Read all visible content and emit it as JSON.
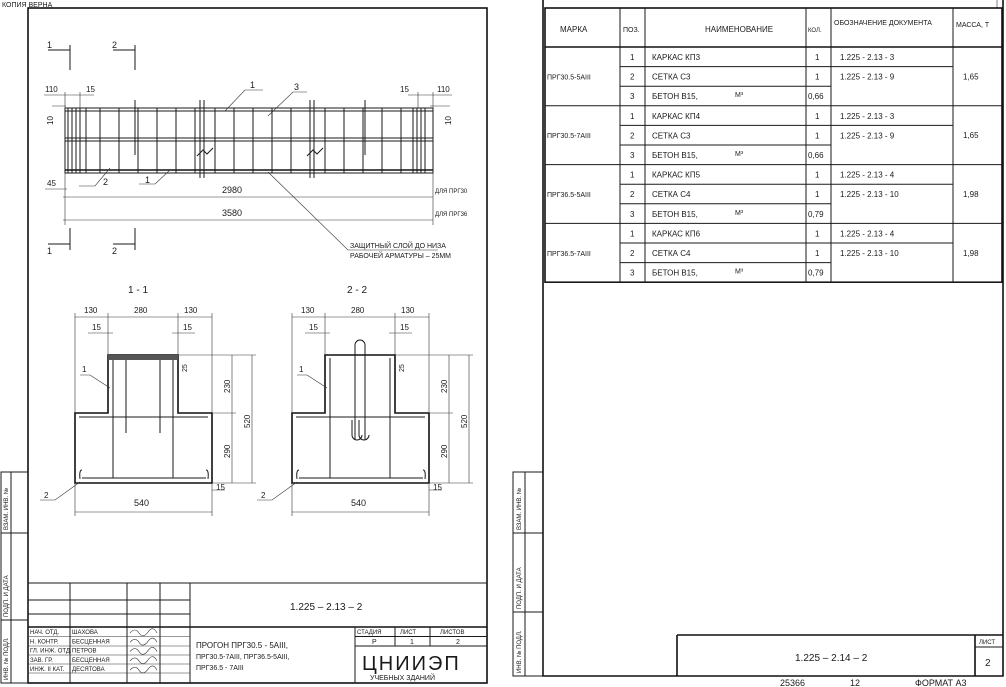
{
  "header_note": "КОПИЯ ВЕРНА",
  "elevation": {
    "section_marks": [
      "1",
      "2",
      "1",
      "2"
    ],
    "dims": {
      "left_end": "110",
      "left_gap": "15",
      "right_gap": "15",
      "right_end": "110",
      "left_h": "10",
      "right_h": "10",
      "bottom_gap": "45",
      "len_30": "2980",
      "len_36": "3580"
    },
    "len_notes": [
      "ДЛЯ ПРГ30",
      "ДЛЯ ПРГ36"
    ],
    "callouts": [
      "1",
      "3",
      "2",
      "1"
    ],
    "note": [
      "ЗАЩИТНЫЙ СЛОЙ ДО НИЗА",
      "РАБОЧЕЙ АРМАТУРЫ – 25ММ"
    ]
  },
  "sections": [
    {
      "title": "1 - 1",
      "dims": [
        "130",
        "280",
        "130",
        "15",
        "15",
        "25",
        "230",
        "290",
        "520",
        "15",
        "540"
      ],
      "callouts": [
        "1",
        "2"
      ]
    },
    {
      "title": "2 - 2",
      "dims": [
        "130",
        "280",
        "130",
        "15",
        "15",
        "25",
        "230",
        "290",
        "520",
        "15",
        "540"
      ],
      "callouts": [
        "1",
        "2"
      ]
    }
  ],
  "side_stamps": [
    "ИНВ. № ПОДЛ.",
    "ПОДП. И ДАТА",
    "ВЗАМ. ИНВ. №"
  ],
  "title_block": {
    "doc_number": "1.225 – 2.13 – 2",
    "roles": [
      "НАЧ. ОТД.",
      "Н. КОНТР.",
      "ГЛ. ИНЖ. ОТД.",
      "ЗАВ. ГР.",
      "ИНЖ. II КАТ."
    ],
    "names": [
      "ШАХОВА",
      "БЕСЦЕННАЯ",
      "ПЕТРОВ",
      "БЕСЦЕННАЯ",
      "ДЕСЯТОВА"
    ],
    "title_lines": [
      "ПРОГОН ПРГ30.5 - 5АIII,",
      "ПРГ30.5-7АIII, ПРГ36.5-5АIII,",
      "ПРГ36.5 - 7АIII"
    ],
    "stage_headers": [
      "СТАДИЯ",
      "ЛИСТ",
      "ЛИСТОВ"
    ],
    "stage_values": [
      "Р",
      "1",
      "2"
    ],
    "org": "ЦНИИЭП",
    "org_sub": "УЧЕБНЫХ ЗДАНИЙ"
  },
  "spec_table": {
    "headers": [
      "МАРКА",
      "ПОЗ.",
      "НАИМЕНОВАНИЕ",
      "КОЛ.",
      "ОБОЗНАЧЕНИЕ ДОКУМЕНТА",
      "МАССА, Т"
    ],
    "groups": [
      {
        "mark": "ПРГ30.5-5АIII",
        "mass": "1,65",
        "rows": [
          {
            "pos": "1",
            "name": "КАРКАС КП3",
            "unit": "",
            "qty": "1",
            "doc": "1.225 - 2.13 - 3"
          },
          {
            "pos": "2",
            "name": "СЕТКА С3",
            "unit": "",
            "qty": "1",
            "doc": "1.225 - 2.13 - 9"
          },
          {
            "pos": "3",
            "name": "БЕТОН В15,",
            "unit": "М³",
            "qty": "0,66",
            "doc": ""
          }
        ]
      },
      {
        "mark": "ПРГ30.5-7АIII",
        "mass": "1,65",
        "rows": [
          {
            "pos": "1",
            "name": "КАРКАС КП4",
            "unit": "",
            "qty": "1",
            "doc": "1.225 - 2.13 - 3"
          },
          {
            "pos": "2",
            "name": "СЕТКА С3",
            "unit": "",
            "qty": "1",
            "doc": "1.225 - 2.13 - 9"
          },
          {
            "pos": "3",
            "name": "БЕТОН В15,",
            "unit": "М³",
            "qty": "0,66",
            "doc": ""
          }
        ]
      },
      {
        "mark": "ПРГ36.5-5АIII",
        "mass": "1,98",
        "rows": [
          {
            "pos": "1",
            "name": "КАРКАС КП5",
            "unit": "",
            "qty": "1",
            "doc": "1.225 - 2.13 - 4"
          },
          {
            "pos": "2",
            "name": "СЕТКА С4",
            "unit": "",
            "qty": "1",
            "doc": "1.225 - 2.13 - 10"
          },
          {
            "pos": "3",
            "name": "БЕТОН В15,",
            "unit": "М³",
            "qty": "0,79",
            "doc": ""
          }
        ]
      },
      {
        "mark": "ПРГ36.5-7АIII",
        "mass": "1,98",
        "rows": [
          {
            "pos": "1",
            "name": "КАРКАС КП6",
            "unit": "",
            "qty": "1",
            "doc": "1.225 - 2.13 - 4"
          },
          {
            "pos": "2",
            "name": "СЕТКА С4",
            "unit": "",
            "qty": "1",
            "doc": "1.225 - 2.13 - 10"
          },
          {
            "pos": "3",
            "name": "БЕТОН В15,",
            "unit": "М³",
            "qty": "0,79",
            "doc": ""
          }
        ]
      }
    ]
  },
  "sheet2": {
    "doc_number": "1.225 – 2.14 – 2",
    "sheet_label": "ЛИСТ",
    "sheet_number": "2"
  },
  "footer": {
    "archive_no": "25366",
    "page": "12",
    "format": "ФОРМАТ А3"
  }
}
